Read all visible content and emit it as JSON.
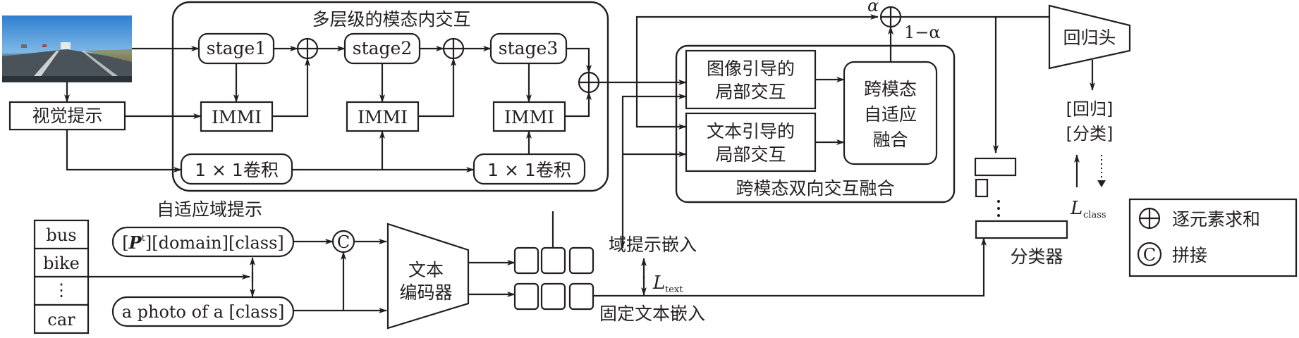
{
  "diagram": {
    "input_image": {
      "description": "road scene photo (highway with cars, blue sky)"
    },
    "visual_prompt": "视觉提示",
    "intra_modal_group": {
      "title": "多层级的模态内交互",
      "stages": [
        "stage1",
        "stage2",
        "stage3"
      ],
      "immi": "IMMI",
      "conv": "1 × 1卷积"
    },
    "cross_modal_group": {
      "title": "跨模态双向交互融合",
      "image_guided": [
        "图像引导的",
        "局部交互"
      ],
      "text_guided": [
        "文本引导的",
        "局部交互"
      ],
      "adaptive_fusion": [
        "跨模态",
        "自适应",
        "融合"
      ]
    },
    "weights": {
      "alpha": "α",
      "one_minus_alpha": "1−α"
    },
    "regression_head": "回归头",
    "outputs": [
      "[回归]",
      "[分类]"
    ],
    "loss_class": {
      "symbol": "L",
      "subscript": "class"
    },
    "classifier": "分类器",
    "adaptive_domain_prompt": {
      "title": "自适应域提示",
      "learnable_prompt": {
        "prefix": "[",
        "P": "P",
        "sup": "t",
        "rest": "][domain][class]"
      },
      "fixed_prompt": "a photo of a [class]"
    },
    "class_list": [
      "bus",
      "bike",
      "⋮",
      "car"
    ],
    "text_encoder": [
      "文本",
      "编码器"
    ],
    "domain_prompt_embedding": "域提示嵌入",
    "fixed_text_embedding": "固定文本嵌入",
    "loss_text": {
      "symbol": "L",
      "subscript": "text"
    },
    "legend": {
      "items": [
        {
          "symbol": "⊕",
          "label": "逐元素求和"
        },
        {
          "symbol": "C",
          "label": "拼接"
        }
      ]
    }
  }
}
